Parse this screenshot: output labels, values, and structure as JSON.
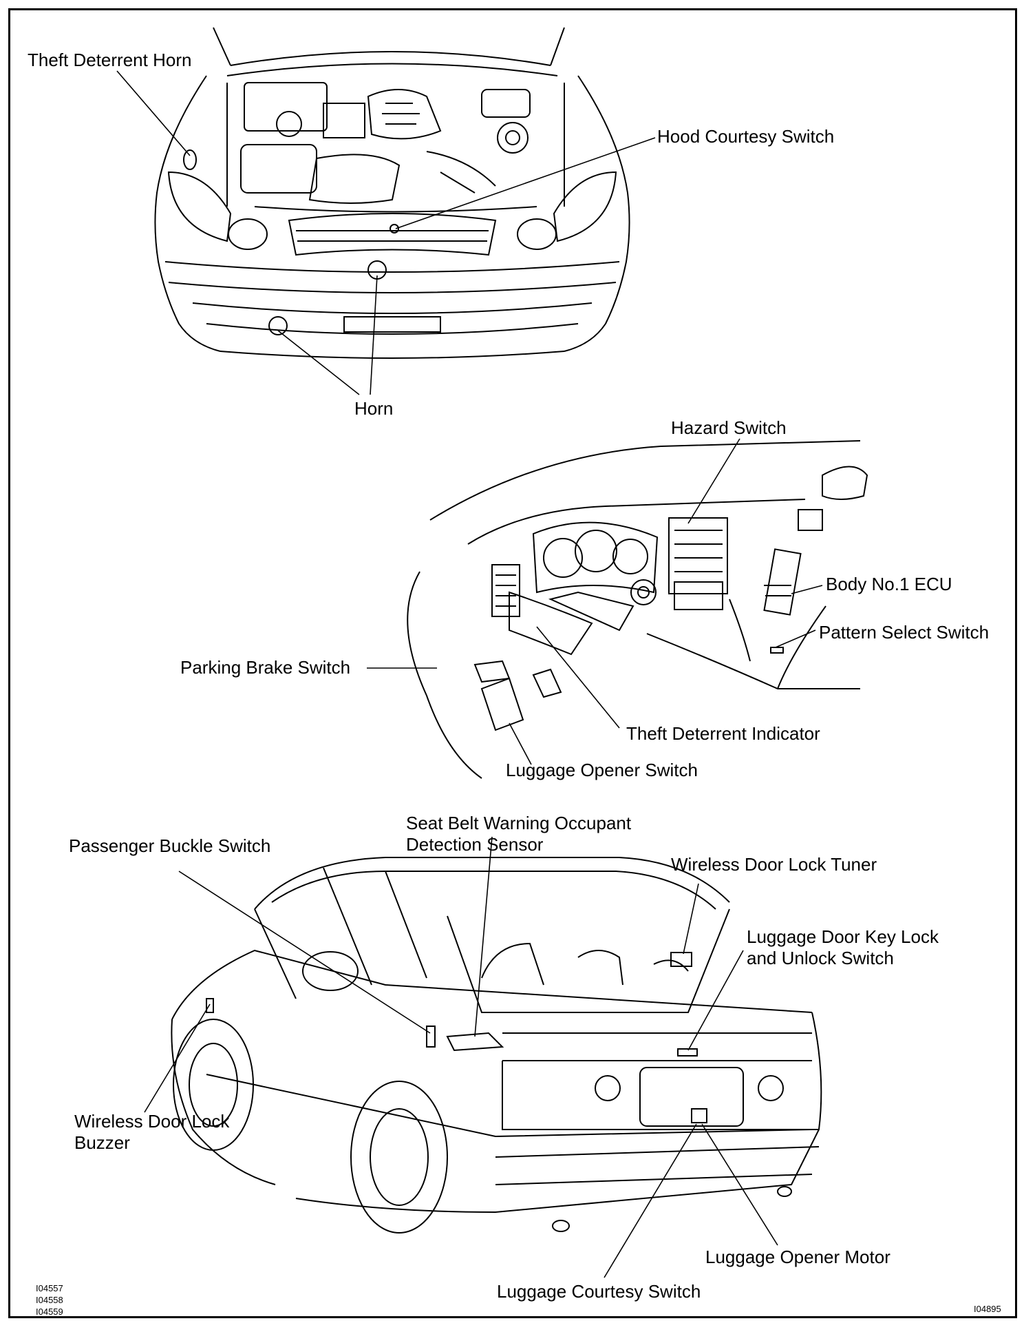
{
  "labels": {
    "theft_deterrent_horn": "Theft Deterrent Horn",
    "hood_courtesy_switch": "Hood Courtesy Switch",
    "horn": "Horn",
    "hazard_switch": "Hazard Switch",
    "body_no1_ecu": "Body No.1 ECU",
    "pattern_select_switch": "Pattern Select Switch",
    "parking_brake_switch": "Parking Brake Switch",
    "theft_deterrent_indicator": "Theft Deterrent Indicator",
    "luggage_opener_switch": "Luggage Opener Switch",
    "seat_belt_sensor_line1": "Seat Belt Warning Occupant",
    "seat_belt_sensor_line2": "Detection Sensor",
    "passenger_buckle_switch": "Passenger Buckle Switch",
    "wireless_door_lock_tuner": "Wireless Door Lock Tuner",
    "luggage_door_key_line1": "Luggage Door Key Lock",
    "luggage_door_key_line2": "and Unlock Switch",
    "wireless_buzzer_line1": "Wireless Door Lock",
    "wireless_buzzer_line2": "Buzzer",
    "luggage_opener_motor": "Luggage Opener Motor",
    "luggage_courtesy_switch": "Luggage Courtesy Switch"
  },
  "figure_codes": {
    "left": [
      "I04557",
      "I04558",
      "I04559"
    ],
    "right": "I04895"
  }
}
